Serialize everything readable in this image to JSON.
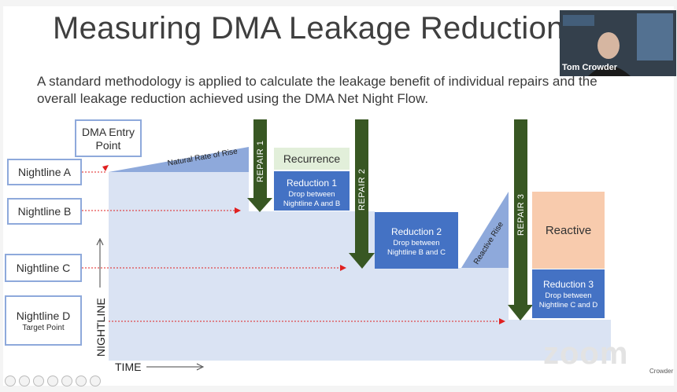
{
  "slide": {
    "title": "Measuring DMA Leakage Reduction",
    "intro": "A standard methodology is applied to calculate the leakage benefit of individual repairs and the overall leakage reduction achieved using the DMA Net Night Flow."
  },
  "diagram": {
    "entry_point_line1": "DMA Entry",
    "entry_point_line2": "Point",
    "nightlines": {
      "a": "Nightline A",
      "b": "Nightline B",
      "c": "Nightline C",
      "d": "Nightline D",
      "d_sub": "Target Point"
    },
    "natural_rate": "Natural Rate of Rise",
    "recurrence": "Recurrence",
    "reactive": "Reactive",
    "reactive_rise": "Reactive Rise",
    "repairs": [
      "REPAIR 1",
      "REPAIR 2",
      "REPAIR 3"
    ],
    "reductions": [
      {
        "title": "Reduction 1",
        "body1": "Drop between",
        "body2": "Nightline A and B"
      },
      {
        "title": "Reduction 2",
        "body1": "Drop between",
        "body2": "Nightline B and C"
      },
      {
        "title": "Reduction 3",
        "body1": "Drop between",
        "body2": "Nightline C and D"
      }
    ],
    "y_axis": "NIGHTLINE",
    "x_axis": "TIME"
  },
  "meeting": {
    "participant_name": "Tom Crowder",
    "watermark": "zoom",
    "corner_logo": "Crowder"
  },
  "colors": {
    "panel": "#dae3f3",
    "reduction": "#4472c4",
    "repair_arrow": "#385723",
    "recurrence": "#e2efda",
    "reactive": "#f8cbad",
    "marker": "#e02020"
  }
}
